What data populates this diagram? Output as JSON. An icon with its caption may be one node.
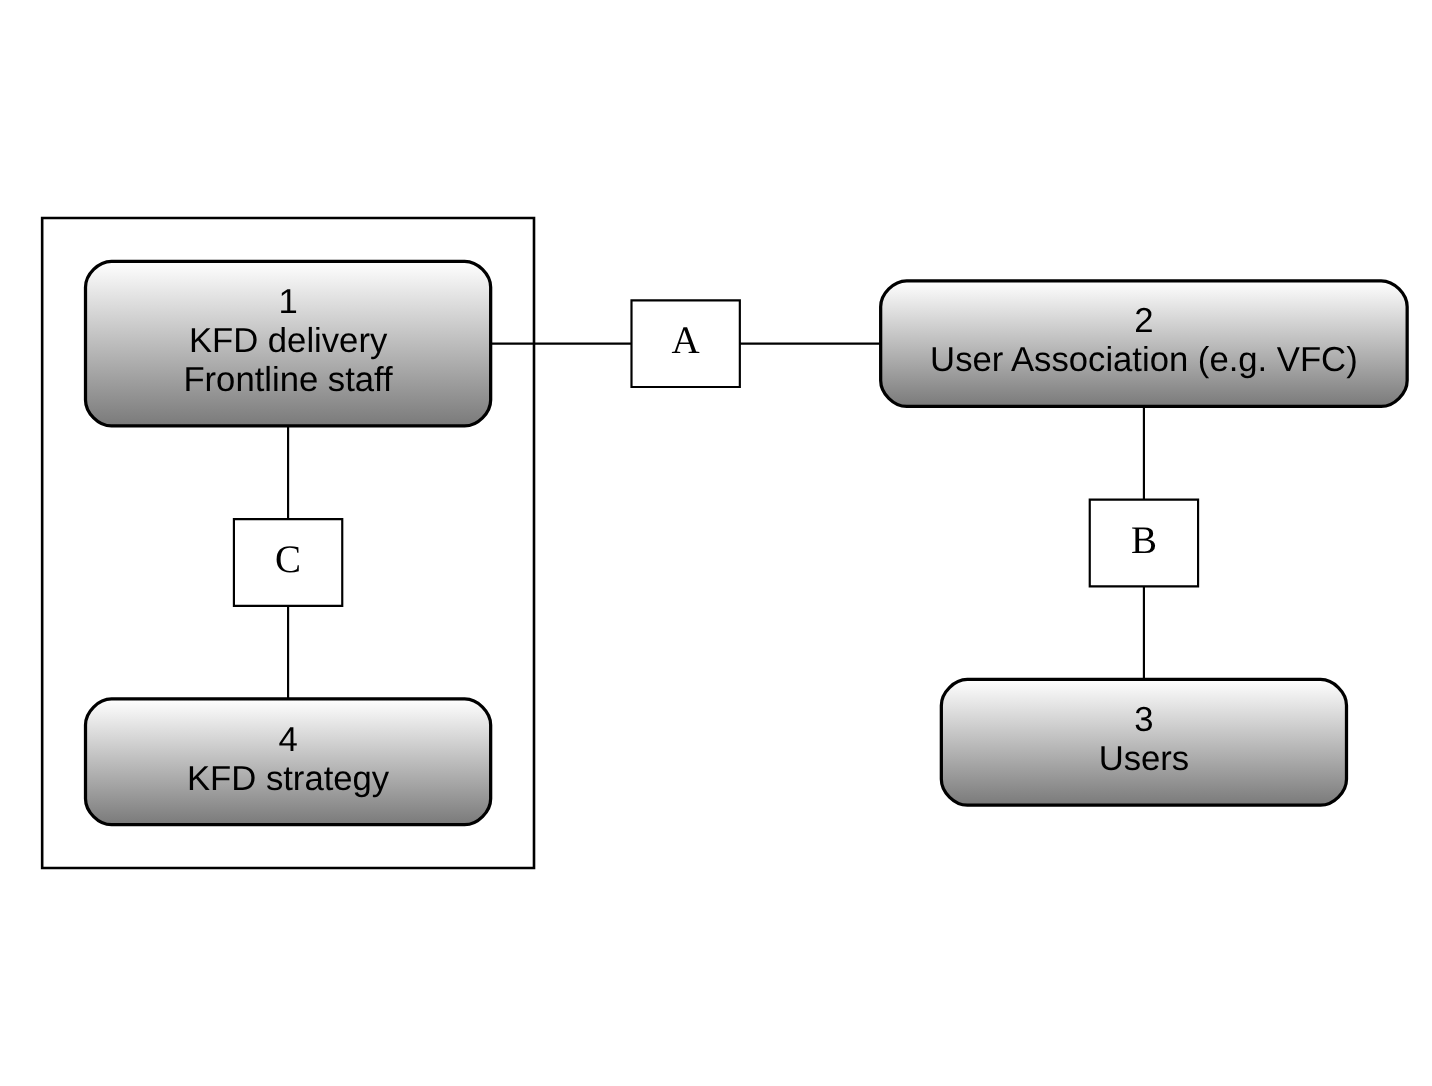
{
  "diagram": {
    "nodes": [
      {
        "text": [],
        "shape": "box"
      },
      {
        "text": [
          "4",
          "KFD strategy"
        ],
        "in": 0
      },
      {
        "text": [
          "C"
        ],
        "in": 0
      },
      {
        "text": [
          "1",
          "KFD delivery",
          "Frontline staff"
        ],
        "in": 0
      },
      {
        "text": [
          "A"
        ]
      },
      {
        "text": [
          "2",
          "User Association (e.g. VFC)"
        ]
      },
      {
        "text": [
          "B"
        ]
      },
      {
        "text": [
          "3",
          "Users"
        ]
      }
    ],
    "edges": [
      {
        "from": 1,
        "to": 2,
        "arrow": "none"
      },
      {
        "from": 2,
        "to": 3,
        "arrow": "none"
      },
      {
        "from": 3,
        "to": 4,
        "arrow": "none"
      },
      {
        "from": 4,
        "to": 5,
        "arrow": "none"
      },
      {
        "from": 5,
        "to": 6,
        "arrow": "none"
      },
      {
        "from": 6,
        "to": 7,
        "arrow": "none"
      }
    ]
  }
}
